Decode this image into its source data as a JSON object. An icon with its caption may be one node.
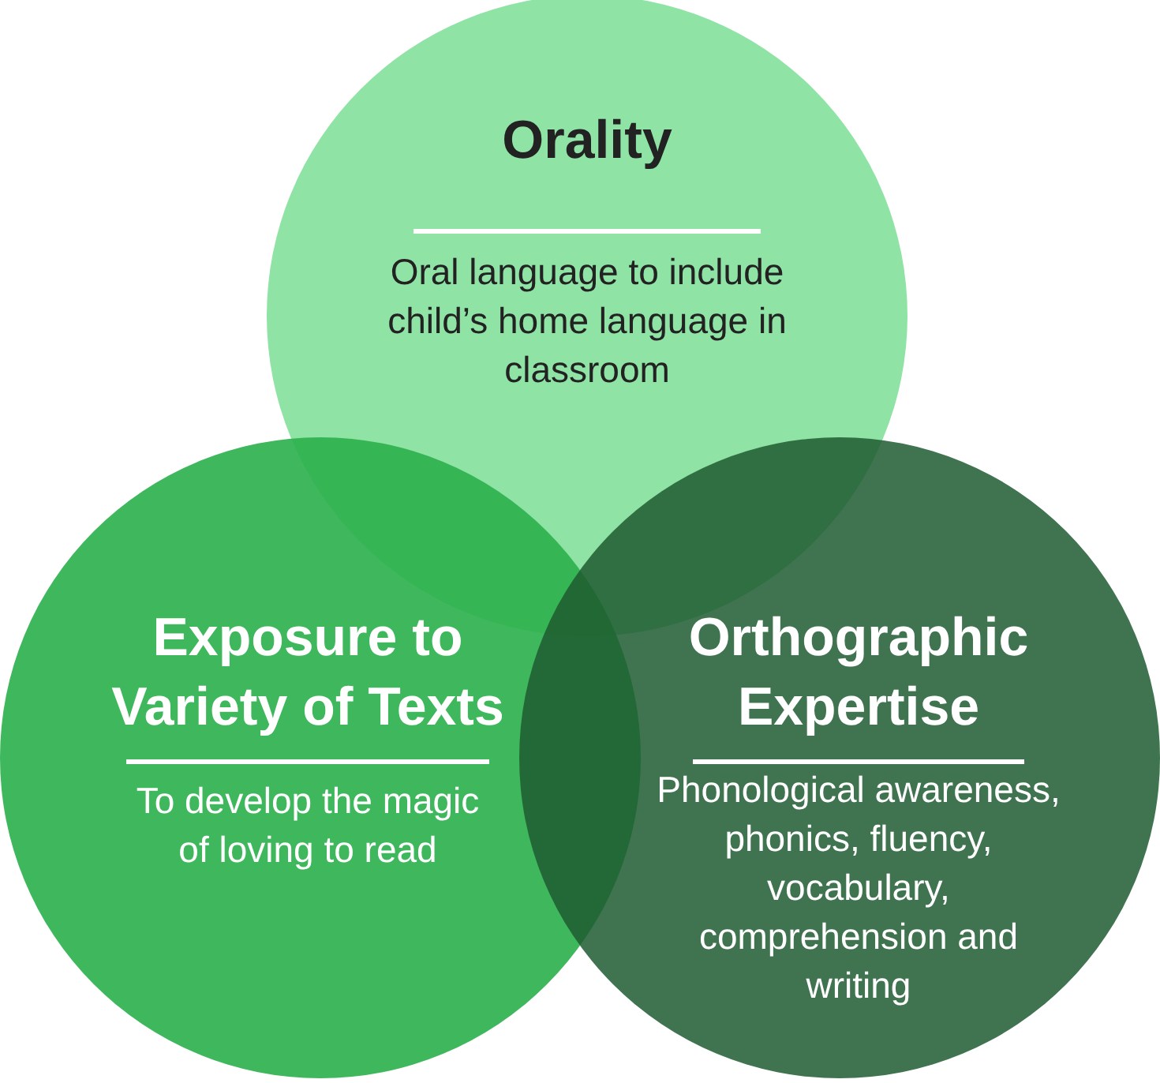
{
  "diagram": {
    "nodes": [
      {
        "text": [
          "Orality",
          "Oral language to include child’s home language in classroom"
        ]
      },
      {
        "text": [
          "Exposure to Variety of Texts",
          "To develop the magic of loving to read"
        ]
      },
      {
        "text": [
          "Orthographic Expertise",
          "Phonological awareness, phonics, fluency, vocabulary, comprehension and writing"
        ]
      }
    ]
  }
}
